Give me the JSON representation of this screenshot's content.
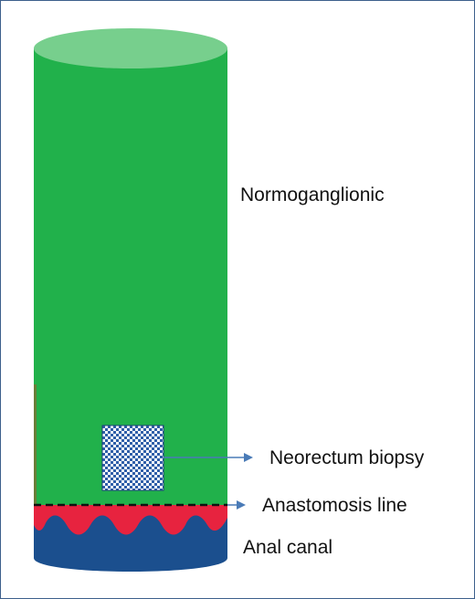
{
  "labels": {
    "normoganglionic": "Normoganglionic",
    "neorectum_biopsy": "Neorectum biopsy",
    "anastomosis_line": "Anastomosis line",
    "anal_canal": "Anal canal"
  },
  "colors": {
    "frame_border": "#3d5f8c",
    "cylinder_green": "#21b14b",
    "cylinder_top": "#77cf8d",
    "anastomosis_red": "#e7233f",
    "anal_canal_blue": "#1b4f8e",
    "arrow_blue": "#4a7bb7",
    "biopsy_blue": "#2f5ea8"
  }
}
